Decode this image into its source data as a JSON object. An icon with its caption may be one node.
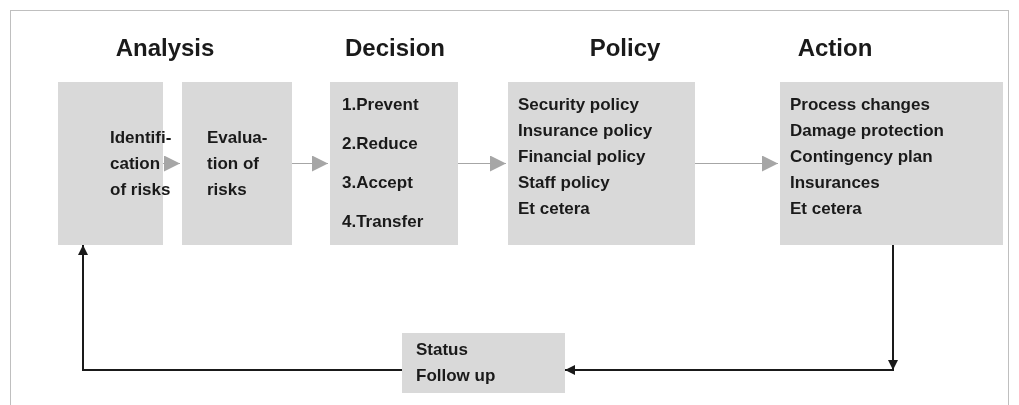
{
  "diagram": {
    "nodes": [
      {
        "text": [
          "Identifi-cation of risks"
        ]
      },
      {
        "text": [
          "Evalua-tion of risks"
        ]
      },
      {
        "text": [
          "1.Prevent",
          "2.Reduce",
          "3.Accept",
          "4.Transfer"
        ]
      },
      {
        "text": [
          "Security policy",
          "Insurance policy",
          "Financial policy",
          "Staff policy",
          "Et cetera"
        ]
      },
      {
        "text": [
          "Process changes",
          "Damage protection",
          "Contingency plan",
          "Insurances",
          "Et cetera"
        ]
      },
      {
        "text": [
          "Status",
          "Follow up"
        ]
      }
    ],
    "edges": [
      {
        "from": 0,
        "to": 1,
        "arrow": "to"
      },
      {
        "from": 1,
        "to": 2,
        "arrow": "to"
      },
      {
        "from": 2,
        "to": 3,
        "arrow": "to"
      },
      {
        "from": 3,
        "to": 4,
        "arrow": "to"
      },
      {
        "from": 4,
        "to": 5,
        "arrow": "to",
        "color": "#1a1a1a"
      },
      {
        "from": 5,
        "to": 0,
        "arrow": "to",
        "color": "#1a1a1a"
      }
    ],
    "labels": [
      "Analysis",
      "Decision",
      "Policy",
      "Action"
    ]
  }
}
